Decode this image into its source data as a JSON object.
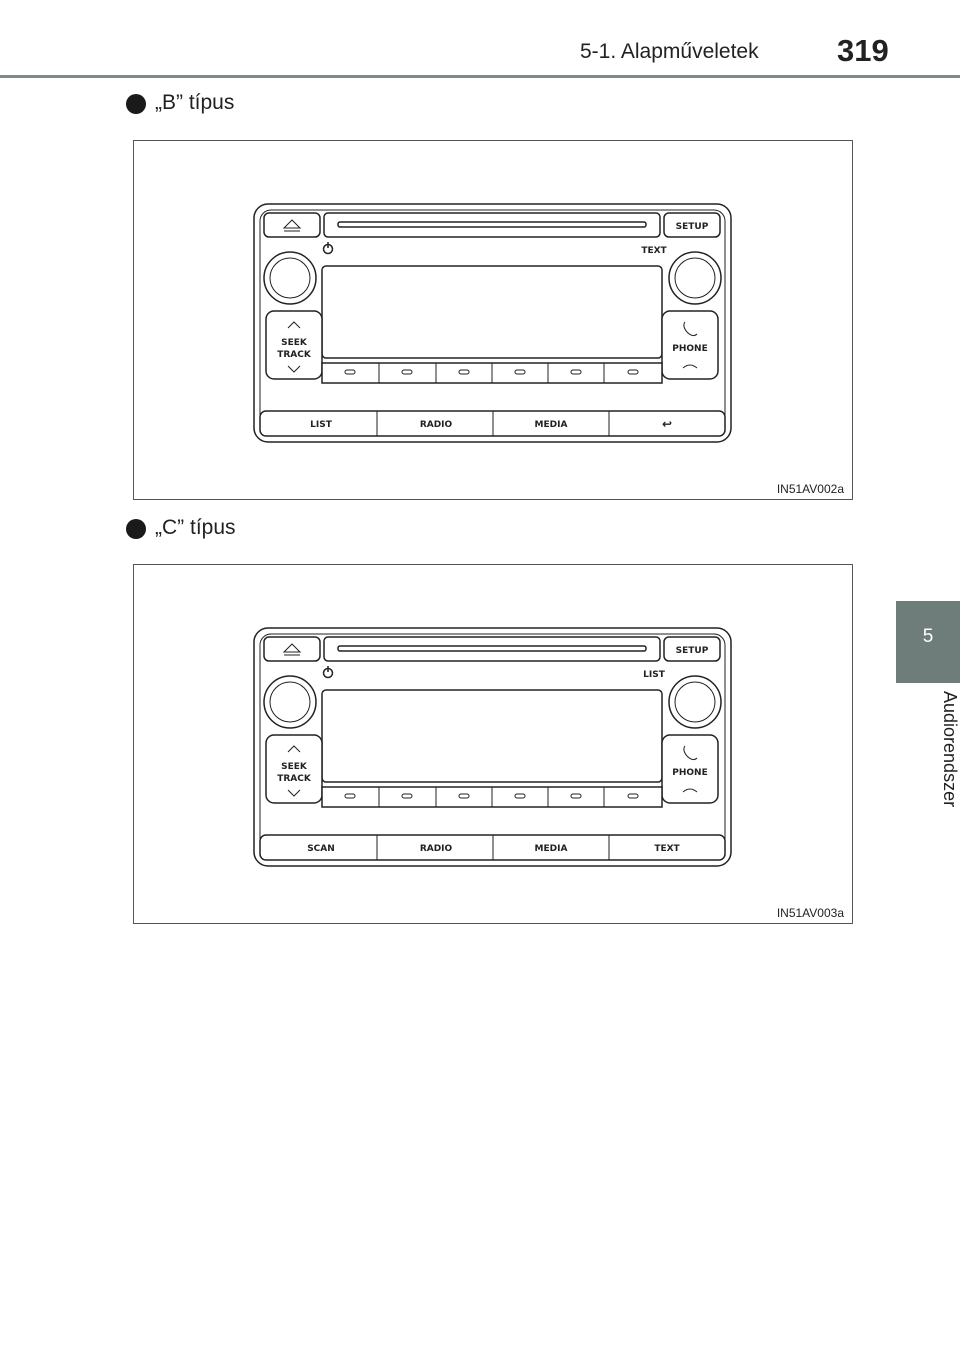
{
  "header": {
    "section": "5-1. Alapműveletek",
    "page_number": "319"
  },
  "side_tab": {
    "number": "5",
    "label": "Audiorendszer"
  },
  "figures": [
    {
      "title": "„B” típus",
      "code": "IN51AV002a",
      "labels": {
        "setup": "SETUP",
        "top_right": "TEXT",
        "seek": "SEEK",
        "track": "TRACK",
        "phone": "PHONE",
        "bottom": [
          "LIST",
          "RADIO",
          "MEDIA",
          "↩"
        ]
      }
    },
    {
      "title": "„C” típus",
      "code": "IN51AV003a",
      "labels": {
        "setup": "SETUP",
        "top_right": "LIST",
        "seek": "SEEK",
        "track": "TRACK",
        "phone": "PHONE",
        "bottom": [
          "SCAN",
          "RADIO",
          "MEDIA",
          "TEXT"
        ]
      }
    }
  ]
}
